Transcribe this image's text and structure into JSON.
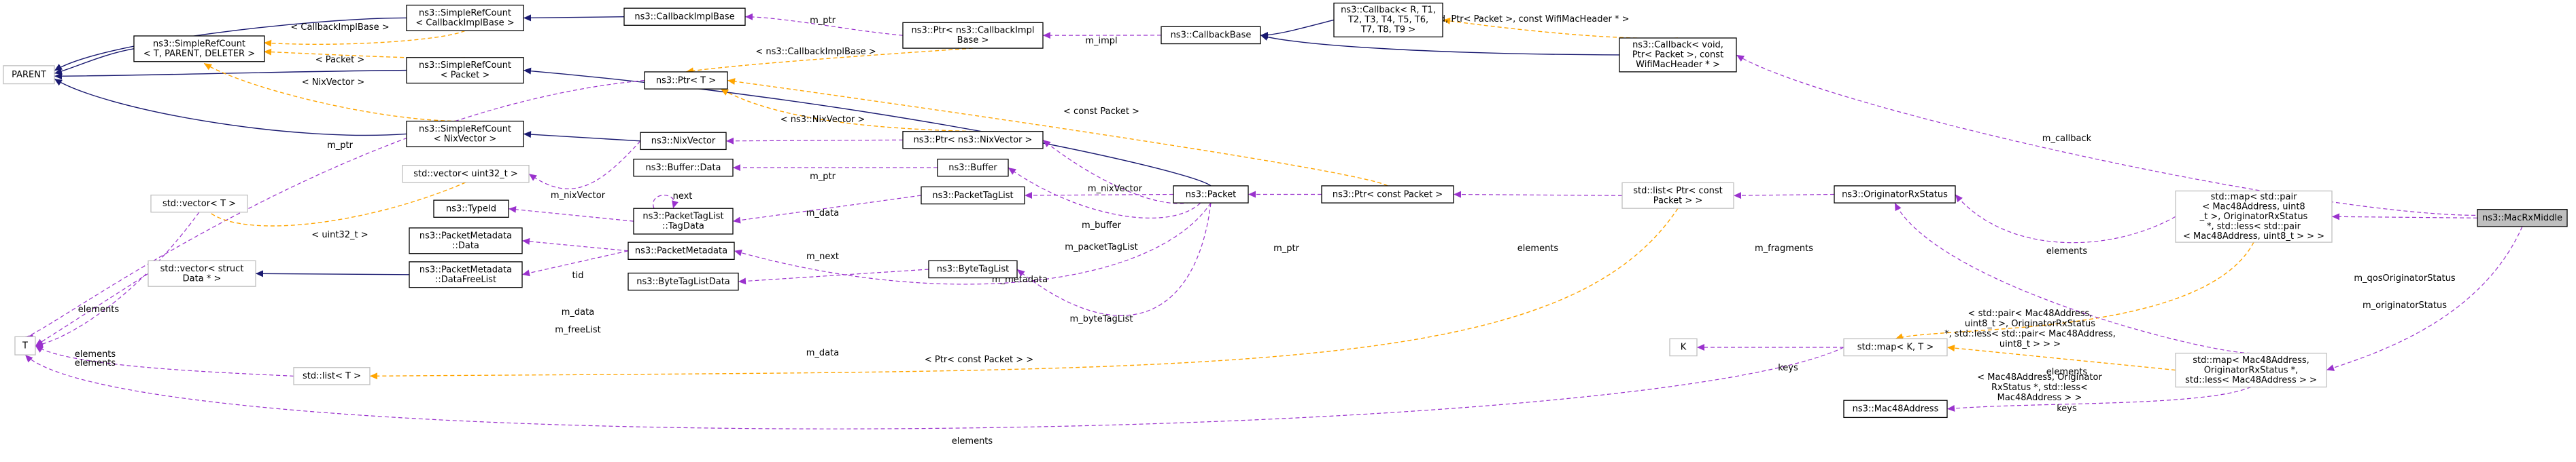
{
  "nodes": {
    "parent": [
      "PARENT"
    ],
    "t": [
      "T"
    ],
    "simplerefcount_cb": [
      "ns3::SimpleRefCount",
      "< CallbackImplBase >"
    ],
    "simplerefcount_t": [
      "ns3::SimpleRefCount",
      "< T, PARENT, DELETER >"
    ],
    "simplerefcount_packet": [
      "ns3::SimpleRefCount",
      "< Packet >"
    ],
    "simplerefcount_nix": [
      "ns3::SimpleRefCount",
      "< NixVector >"
    ],
    "callbackimplbase": [
      "ns3::CallbackImplBase"
    ],
    "ptr_t": [
      "ns3::Ptr< T >"
    ],
    "nixvector": [
      "ns3::NixVector"
    ],
    "buffer_data": [
      "ns3::Buffer::Data"
    ],
    "vector_uint32": [
      "std::vector< uint32_t >"
    ],
    "vector_t": [
      "std::vector< T >"
    ],
    "typeid": [
      "ns3::TypeId"
    ],
    "pm_data": [
      "ns3::PacketMetadata",
      "::Data"
    ],
    "pm_datafreelist": [
      "ns3::PacketMetadata",
      "::DataFreeList"
    ],
    "vector_struct_data": [
      "std::vector< struct",
      "Data * >"
    ],
    "list_t": [
      "std::list< T >"
    ],
    "ptr_callbackimplbase": [
      "ns3::Ptr< ns3::CallbackImpl",
      "Base >"
    ],
    "ptr_nixvector": [
      "ns3::Ptr< ns3::NixVector >"
    ],
    "buffer": [
      "ns3::Buffer"
    ],
    "packettaglist": [
      "ns3::PacketTagList"
    ],
    "packettaglist_tagdata": [
      "ns3::PacketTagList",
      "::TagData"
    ],
    "packetmetadata": [
      "ns3::PacketMetadata"
    ],
    "bytetaglist": [
      "ns3::ByteTagList"
    ],
    "bytetaglistdata": [
      "ns3::ByteTagListData"
    ],
    "callbackbase": [
      "ns3::CallbackBase"
    ],
    "packet": [
      "ns3::Packet"
    ],
    "callback_r": [
      "ns3::Callback< R, T1,",
      "T2, T3, T4, T5, T6,",
      "T7, T8, T9 >"
    ],
    "ptr_const_packet": [
      "ns3::Ptr< const Packet >"
    ],
    "callback_void": [
      "ns3::Callback< void,",
      "Ptr< Packet >, const",
      "WifiMacHeader * >"
    ],
    "list_ptr_packet": [
      "std::list< Ptr< const",
      "Packet > >"
    ],
    "originatorrxstatus": [
      "ns3::OriginatorRxStatus"
    ],
    "k": [
      "K"
    ],
    "map_kt": [
      "std::map< K, T >"
    ],
    "mac48address": [
      "ns3::Mac48Address"
    ],
    "map_pair": [
      "std::map< std::pair",
      "< Mac48Address, uint8",
      "_t >, OriginatorRxStatus",
      "*, std::less< std::pair",
      "< Mac48Address, uint8_t > > >"
    ],
    "map_mac48": [
      "std::map< Mac48Address,",
      "OriginatorRxStatus *,",
      "std::less< Mac48Address > >"
    ],
    "macrxmiddle": [
      "ns3::MacRxMiddle"
    ]
  },
  "edge_labels": {
    "callbackimplbase_t": "< CallbackImplBase >",
    "packet_t": "< Packet >",
    "nixvector_t": "< NixVector >",
    "m_ptr_cb": "m_ptr",
    "cbimpl_ptr": "< ns3::CallbackImplBase >",
    "m_impl": "m_impl",
    "void_ptr_packet": "< void, Ptr< Packet >, const WifiMacHeader * >",
    "const_packet": "< const Packet >",
    "nixvector_ptr": "< ns3::NixVector >",
    "m_ptr_t": "m_ptr",
    "m_ptr_nix": "m_ptr",
    "m_nixvector": "m_nixVector",
    "m_nixvector_data": "m_nixVector",
    "m_data_buffer": "m_data",
    "m_buffer": "m_buffer",
    "uint32": "< uint32_t >",
    "elements_vt": "elements",
    "tid": "tid",
    "next": "next",
    "m_next": "m_next",
    "m_packettaglist": "m_packetTagList",
    "m_data_pm": "m_data",
    "m_freelist": "m_freeList",
    "m_metadata": "m_metadata",
    "elements_vsd": "elements",
    "elements_list": "elements",
    "ptr_const_packet_list": "< Ptr< const Packet > >",
    "m_data_btl": "m_data",
    "m_bytetaglist": "m_byteTagList",
    "m_ptr_pcp": "m_ptr",
    "elements_lpp": "elements",
    "m_fragments": "m_fragments",
    "m_callback": "m_callback",
    "elements_pair": "elements",
    "pair_label_1": "< std::pair< Mac48Address,",
    "pair_label_2": "uint8_t >, OriginatorRxStatus",
    "pair_label_3": "*, std::less< std::pair< Mac48Address,",
    "pair_label_4": "uint8_t > > >",
    "elements_map": "elements",
    "mac_label_1": "< Mac48Address, Originator",
    "mac_label_2": "RxStatus *, std::less<",
    "mac_label_3": "Mac48Address > >",
    "keys_k": "keys",
    "keys_mac": "keys",
    "elements_t_bottom": "elements",
    "m_qosoriginatorstatus": "m_qosOriginatorStatus",
    "m_originatorstatus": "m_originatorStatus"
  },
  "colors": {
    "inheritance": "#191970",
    "usage": "#9a32cd",
    "template": "#ffa500",
    "focus_fill": "#bfbfbf",
    "grey_border": "#bfbfbf"
  }
}
